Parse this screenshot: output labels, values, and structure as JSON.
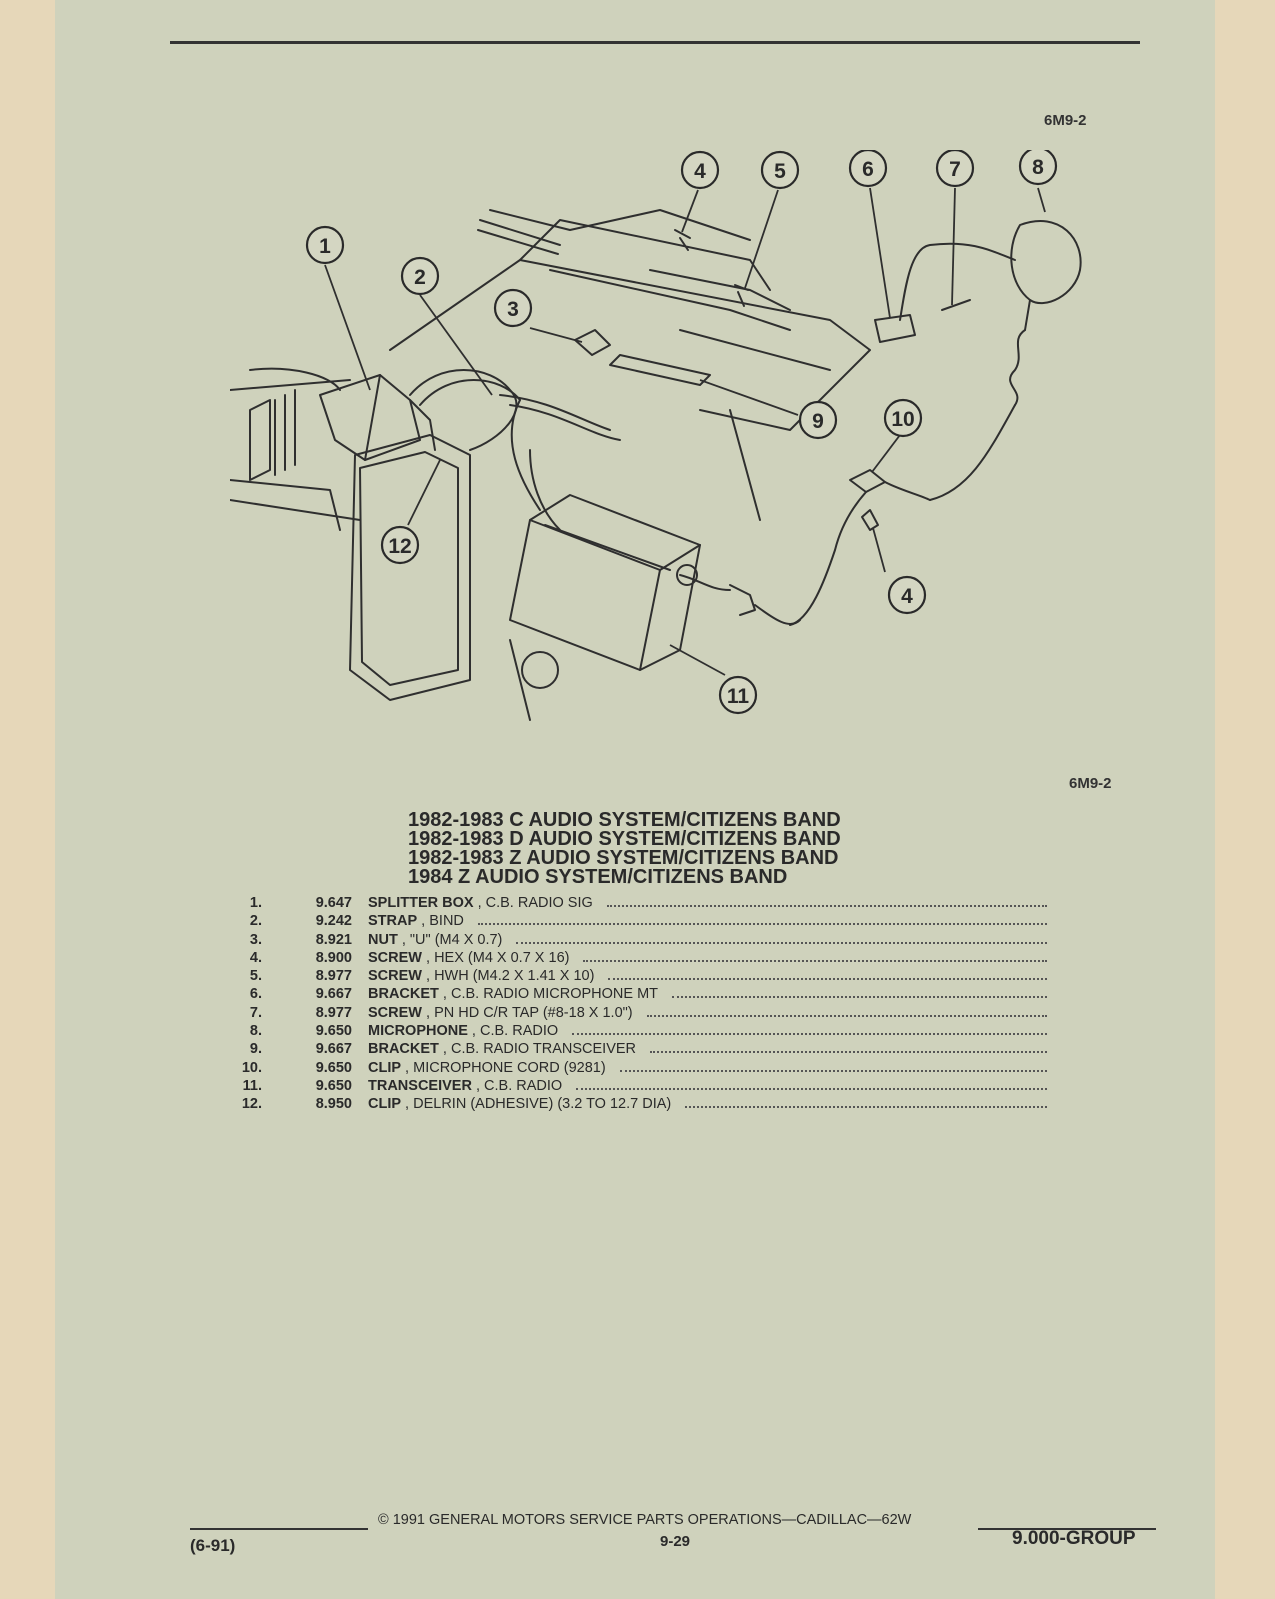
{
  "header": {
    "figure_code": "6M9-2"
  },
  "figure": {
    "callouts": [
      "1",
      "2",
      "3",
      "4",
      "5",
      "6",
      "7",
      "8",
      "9",
      "10",
      "11",
      "12",
      "4"
    ],
    "figure_code": "6M9-2"
  },
  "titles": [
    "1982-1983 C AUDIO SYSTEM/CITIZENS BAND",
    "1982-1983 D AUDIO SYSTEM/CITIZENS BAND",
    "1982-1983 Z AUDIO SYSTEM/CITIZENS BAND",
    "1984 Z AUDIO SYSTEM/CITIZENS BAND"
  ],
  "parts": [
    {
      "num": "1.",
      "code": "9.647",
      "name": "SPLITTER BOX",
      "detail": " , C.B. RADIO SIG"
    },
    {
      "num": "2.",
      "code": "9.242",
      "name": "STRAP",
      "detail": " , BIND"
    },
    {
      "num": "3.",
      "code": "8.921",
      "name": "NUT",
      "detail": " , \"U\" (M4 X 0.7)"
    },
    {
      "num": "4.",
      "code": "8.900",
      "name": "SCREW",
      "detail": " , HEX (M4 X 0.7 X 16)"
    },
    {
      "num": "5.",
      "code": "8.977",
      "name": "SCREW",
      "detail": " , HWH (M4.2 X 1.41 X 10)"
    },
    {
      "num": "6.",
      "code": "9.667",
      "name": "BRACKET",
      "detail": " , C.B. RADIO MICROPHONE MT"
    },
    {
      "num": "7.",
      "code": "8.977",
      "name": "SCREW",
      "detail": " , PN HD C/R TAP (#8-18 X 1.0\")"
    },
    {
      "num": "8.",
      "code": "9.650",
      "name": "MICROPHONE",
      "detail": " , C.B. RADIO"
    },
    {
      "num": "9.",
      "code": "9.667",
      "name": "BRACKET",
      "detail": " , C.B. RADIO TRANSCEIVER"
    },
    {
      "num": "10.",
      "code": "9.650",
      "name": "CLIP",
      "detail": " , MICROPHONE CORD (9281)"
    },
    {
      "num": "11.",
      "code": "9.650",
      "name": "TRANSCEIVER",
      "detail": " , C.B. RADIO"
    },
    {
      "num": "12.",
      "code": "8.950",
      "name": "CLIP",
      "detail": " , DELRIN (ADHESIVE) (3.2 TO 12.7 DIA)"
    }
  ],
  "footer": {
    "copyright": "© 1991 GENERAL MOTORS SERVICE PARTS OPERATIONS—CADILLAC—62W",
    "date": "(6-91)",
    "page": "9-29",
    "group": "9.000-GROUP"
  }
}
